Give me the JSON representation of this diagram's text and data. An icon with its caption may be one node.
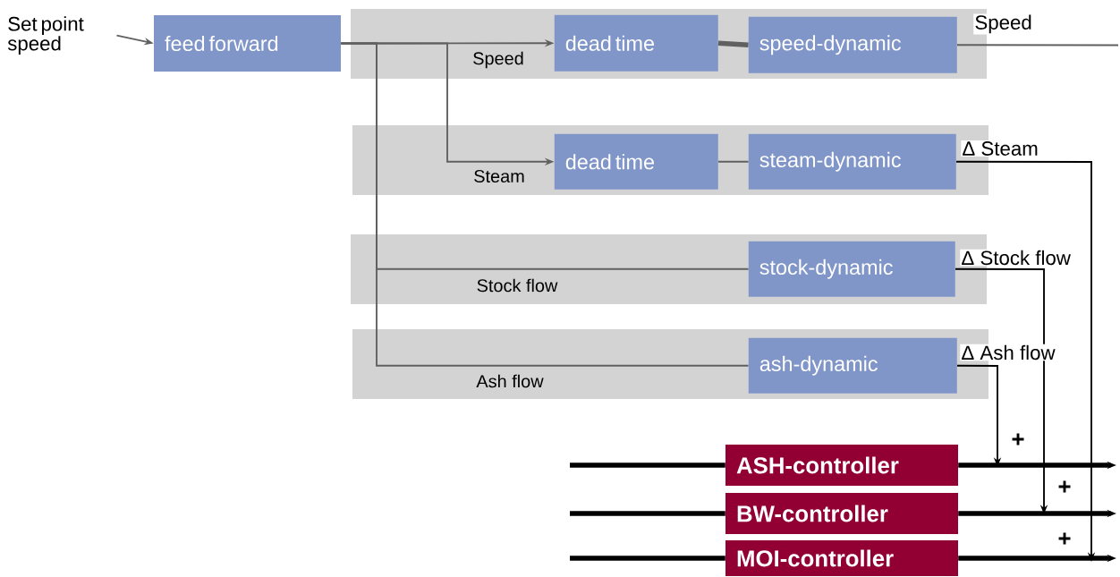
{
  "diagram": {
    "nodes": [
      {
        "text": [
          "Set point speed"
        ]
      },
      {
        "text": [
          "feed forward"
        ]
      },
      {
        "text": [
          "Speed"
        ]
      },
      {
        "text": [
          "dead time"
        ],
        "in": 2
      },
      {
        "text": [
          "speed-dynamic"
        ],
        "in": 2
      },
      {
        "text": [
          "Steam"
        ]
      },
      {
        "text": [
          "dead time"
        ],
        "in": 5
      },
      {
        "text": [
          "steam-dynamic"
        ],
        "in": 5
      },
      {
        "text": [
          "Stock flow"
        ]
      },
      {
        "text": [
          "stock-dynamic"
        ],
        "in": 8
      },
      {
        "text": [
          "Ash flow"
        ]
      },
      {
        "text": [
          "ash-dynamic"
        ],
        "in": 10
      },
      {
        "text": [
          "ASH-controller"
        ]
      },
      {
        "text": [
          "BW-controller"
        ]
      },
      {
        "text": [
          "MOI-controller"
        ]
      }
    ],
    "edges": [
      {
        "from": 0,
        "to": 1,
        "arrow": "to",
        "color": "#606060"
      },
      {
        "from": 1,
        "to": 3,
        "arrow": "to",
        "color": "#606060"
      },
      {
        "from": 1,
        "to": 6,
        "arrow": "to",
        "color": "#606060"
      },
      {
        "from": 1,
        "to": 9,
        "arrow": "none",
        "color": "#606060"
      },
      {
        "from": 1,
        "to": 11,
        "arrow": "none",
        "color": "#606060"
      },
      {
        "from": 3,
        "to": 4,
        "arrow": "none",
        "style": "thick",
        "color": "#606060"
      },
      {
        "from": 6,
        "to": 7,
        "arrow": "none",
        "color": "#606060"
      },
      {
        "from": 4,
        "to": null,
        "arrow": "none",
        "label": "Speed",
        "color": "#606060"
      },
      {
        "from": 7,
        "to": null,
        "arrow": "to",
        "label": "Δ Steam"
      },
      {
        "from": 9,
        "to": null,
        "arrow": "to",
        "label": "Δ Stock flow"
      },
      {
        "from": 11,
        "to": null,
        "arrow": "to",
        "label": "Δ Ash flow"
      },
      {
        "from": null,
        "to": 12,
        "arrow": "none",
        "style": "thick"
      },
      {
        "from": 12,
        "to": null,
        "arrow": "to",
        "style": "thick"
      },
      {
        "from": null,
        "to": 13,
        "arrow": "none",
        "style": "thick"
      },
      {
        "from": 13,
        "to": null,
        "arrow": "to",
        "style": "thick"
      },
      {
        "from": null,
        "to": 14,
        "arrow": "none",
        "style": "thick"
      },
      {
        "from": 14,
        "to": null,
        "arrow": "to",
        "style": "thick"
      }
    ],
    "labels": [
      "+",
      "+",
      "+"
    ]
  }
}
